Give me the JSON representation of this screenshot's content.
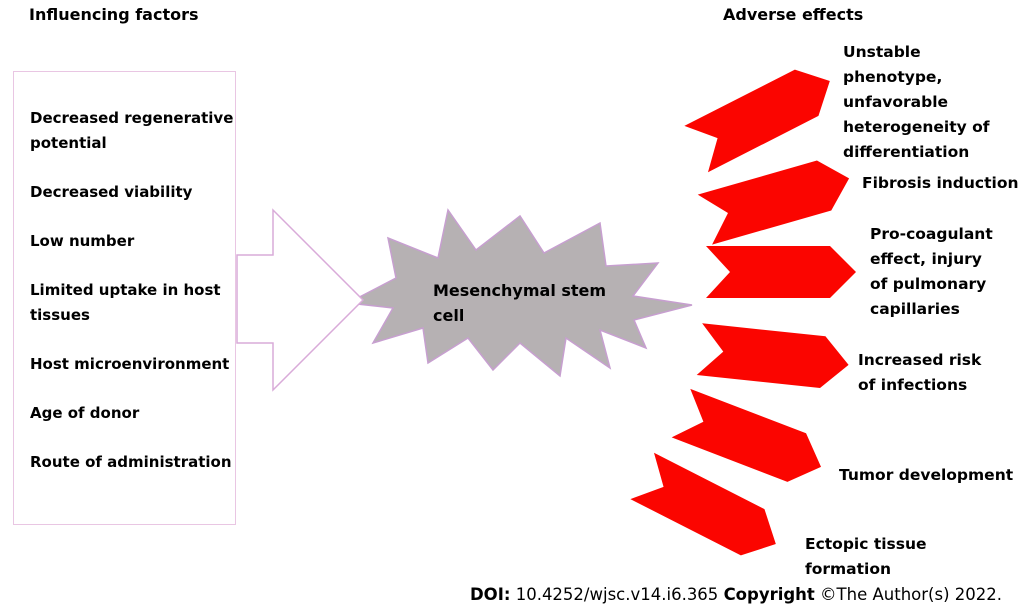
{
  "headings": {
    "left": "Influencing factors",
    "right": "Adverse effects"
  },
  "factors": {
    "items": [
      "Decreased regenerative\npotential",
      "Decreased viability",
      "Low number",
      "Limited uptake in host\ntissues",
      "Host microenvironment",
      "Age of donor",
      "Route of administration"
    ]
  },
  "center": {
    "label": "Mesenchymal stem\ncell"
  },
  "adverse_effects": [
    {
      "label": "Unstable phenotype,\nunfavorable\nheterogeneity of\ndifferentiation"
    },
    {
      "label": "Fibrosis induction"
    },
    {
      "label": "Pro-coagulant\neffect, injury\nof pulmonary\ncapillaries"
    },
    {
      "label": "Increased risk\nof infections"
    },
    {
      "label": "Tumor development"
    },
    {
      "label": "Ectopic tissue\nformation"
    }
  ],
  "footer": {
    "doi_label": "DOI:",
    "doi_value": " 10.4252/wjsc.v14.i6.365 ",
    "copyright_label": "Copyright",
    "copyright_value": " ©The Author(s) 2022."
  },
  "colors": {
    "arrow_red": "#fb0500",
    "burst_gray": "#b6b1b3",
    "burst_outline": "#c79fd0",
    "box_border": "#e9c6e3",
    "big_arrow_outline": "#d9abd9",
    "text": "#000000",
    "background": "#ffffff"
  }
}
